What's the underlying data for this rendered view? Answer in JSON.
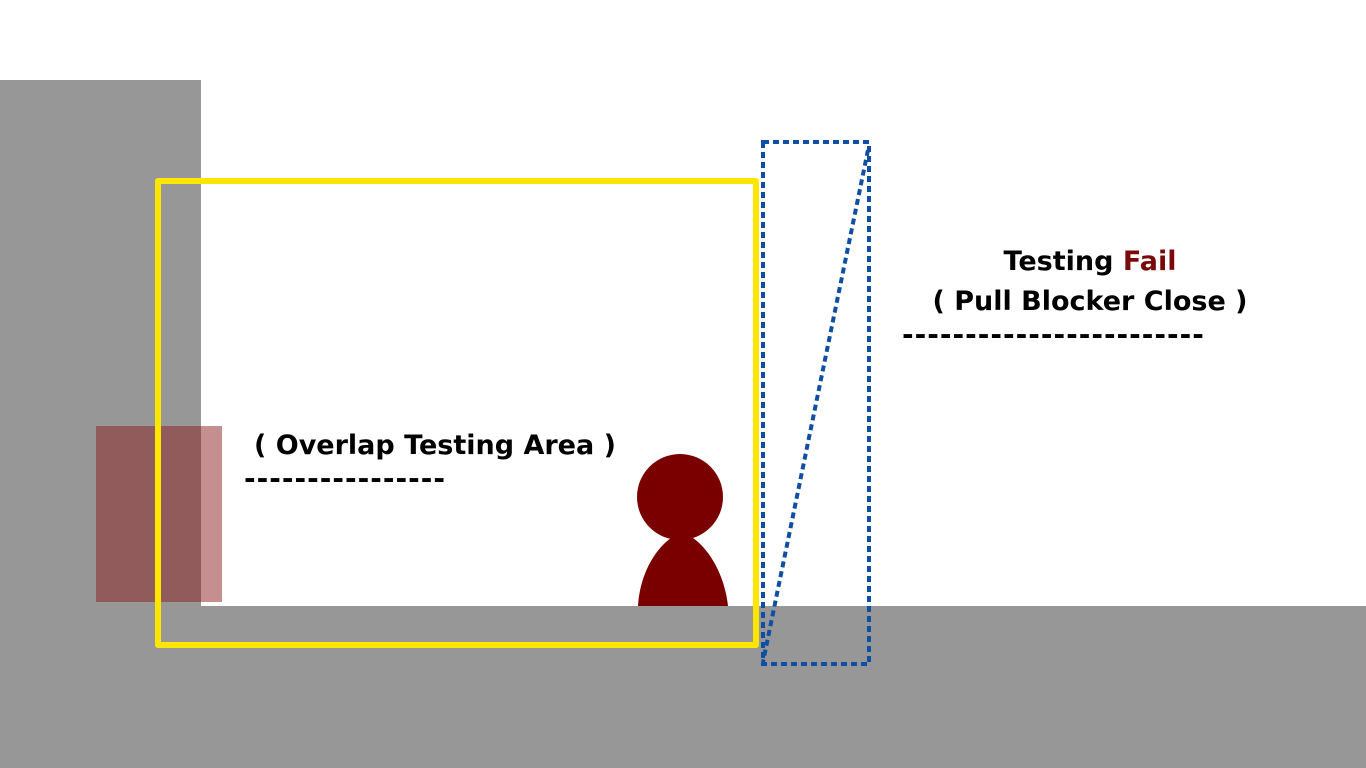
{
  "labels": {
    "overlap_area": "( Overlap Testing Area )",
    "overlap_dashes": "----------------",
    "status_prefix": "Testing ",
    "status_word": "Fail",
    "status_detail": "( Pull Blocker Close )",
    "status_dashes": "------------------------"
  },
  "colors": {
    "wall_gray": "#979797",
    "testing_area_outline": "#ffe600",
    "blocker_outline": "#0f4fa3",
    "person": "#7a0000",
    "overlap_box": "#8b2020",
    "fail_text": "#7a0a0a",
    "text": "#000000"
  },
  "icons": {
    "person": "person-icon",
    "blocker": "blocker-icon"
  }
}
